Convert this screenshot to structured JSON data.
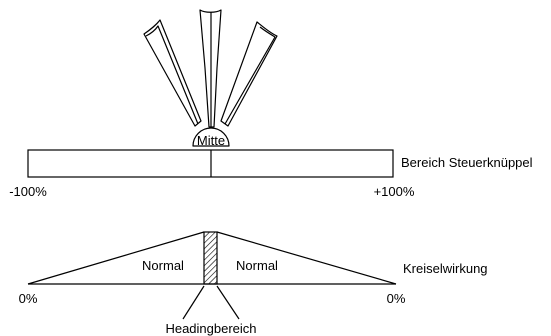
{
  "stick_range": {
    "center_label": "Mitte",
    "right_label": "Bereich Steuerknüppel",
    "min_label": "-100%",
    "max_label": "+100%"
  },
  "gyro_effect": {
    "left_region_label": "Normal",
    "right_region_label": "Normal",
    "right_label": "Kreiselwirkung",
    "left_zero_label": "0%",
    "right_zero_label": "0%",
    "heading_label": "Headingbereich"
  },
  "colors": {
    "stroke": "#000000",
    "background": "#ffffff"
  }
}
